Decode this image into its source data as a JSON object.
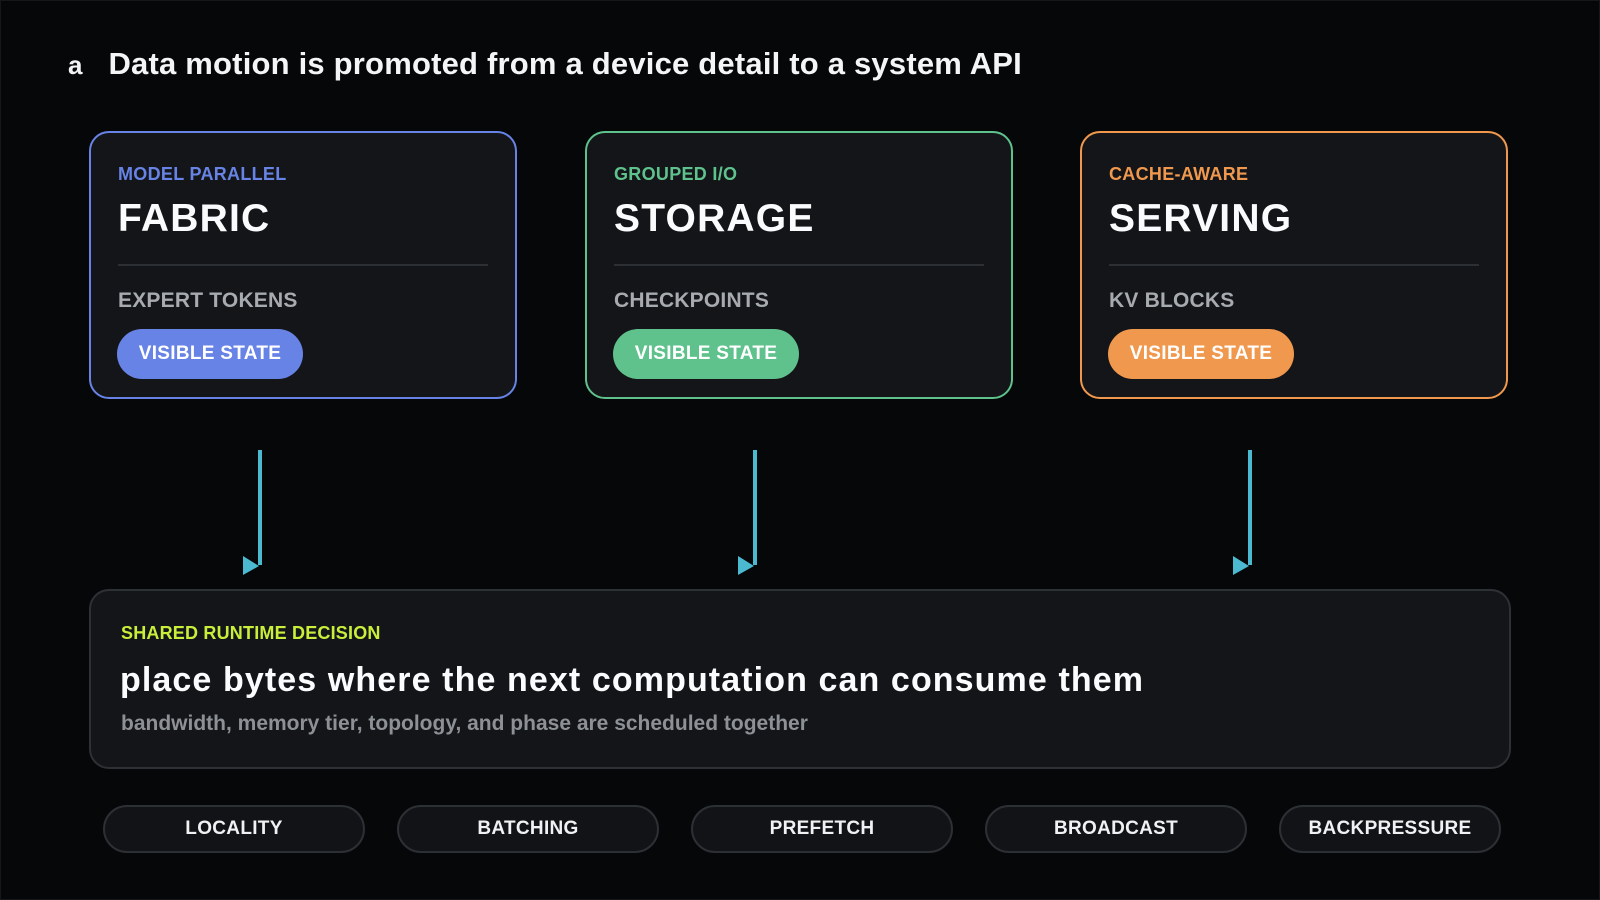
{
  "header": {
    "panel_letter": "a",
    "title": "Data motion is promoted from a device detail to a system API"
  },
  "cards": [
    {
      "kicker": "MODEL PARALLEL",
      "title": "FABRIC",
      "item": "EXPERT TOKENS",
      "pill": "VISIBLE STATE",
      "accent": "#6883e6"
    },
    {
      "kicker": "GROUPED I/O",
      "title": "STORAGE",
      "item": "CHECKPOINTS",
      "pill": "VISIBLE STATE",
      "accent": "#5fc28d"
    },
    {
      "kicker": "CACHE-AWARE",
      "title": "SERVING",
      "item": "KV BLOCKS",
      "pill": "VISIBLE STATE",
      "accent": "#f0994e"
    }
  ],
  "arrow_color": "#4bbad0",
  "shared": {
    "kicker": "SHARED RUNTIME DECISION",
    "title": "place bytes where the next computation can consume them",
    "subtitle": "bandwidth, memory tier, topology, and phase are scheduled together"
  },
  "tags": [
    "LOCALITY",
    "BATCHING",
    "PREFETCH",
    "BROADCAST",
    "BACKPRESSURE"
  ]
}
